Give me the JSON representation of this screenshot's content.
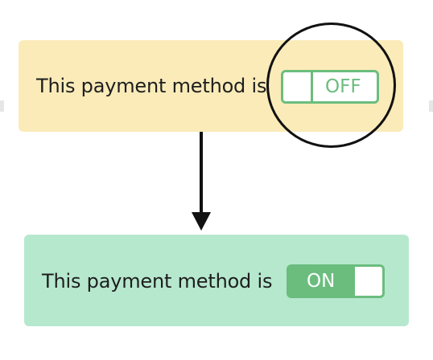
{
  "off_state": {
    "label": "This payment method is",
    "toggle_text": "OFF",
    "toggle_on": false
  },
  "on_state": {
    "label": "This payment method is",
    "toggle_text": "ON",
    "toggle_on": true
  },
  "colors": {
    "off_panel_bg": "#faebb9",
    "on_panel_bg": "#b6e8ce",
    "toggle_green": "#6bbd7e",
    "text": "#1e1e1e",
    "arrow": "#111111"
  }
}
